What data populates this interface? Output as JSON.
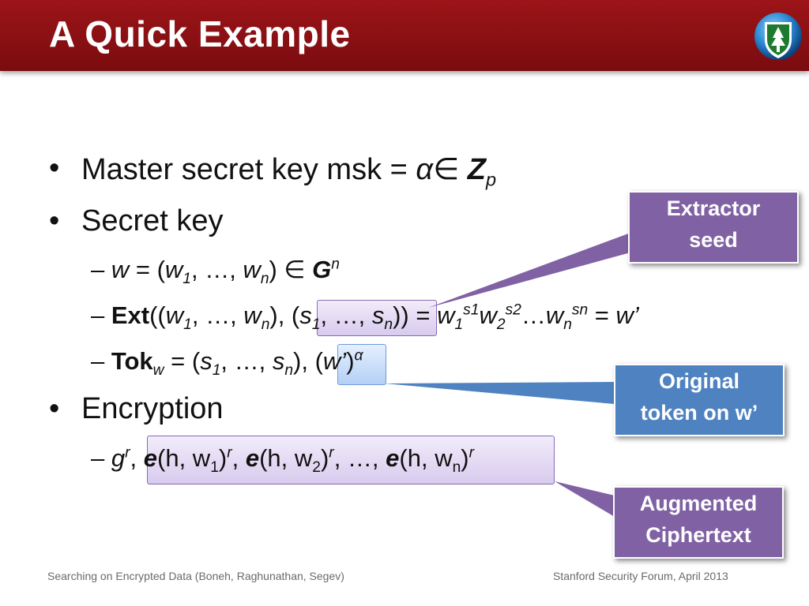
{
  "title": "A Quick Example",
  "bullets": {
    "msk_prefix": "Master secret key msk = ",
    "msk_alpha": "α",
    "msk_in": "∈ ",
    "msk_Z": "Z",
    "msk_p": "p",
    "secret_key": "Secret key",
    "encryption": "Encryption"
  },
  "callouts": {
    "extractor_line1": "Extractor",
    "extractor_line2": "seed",
    "original_line1": "Original",
    "original_line2": "token on w’",
    "augmented_line1": "Augmented",
    "augmented_line2": "Ciphertext"
  },
  "footer": {
    "left": "Searching on Encrypted Data (Boneh, Raghunathan, Segev)",
    "right": "Stanford Security Forum, April 2013"
  },
  "colors": {
    "header": "#8b1013",
    "callout_purple": "#8062a4",
    "callout_blue": "#4f82c0"
  }
}
